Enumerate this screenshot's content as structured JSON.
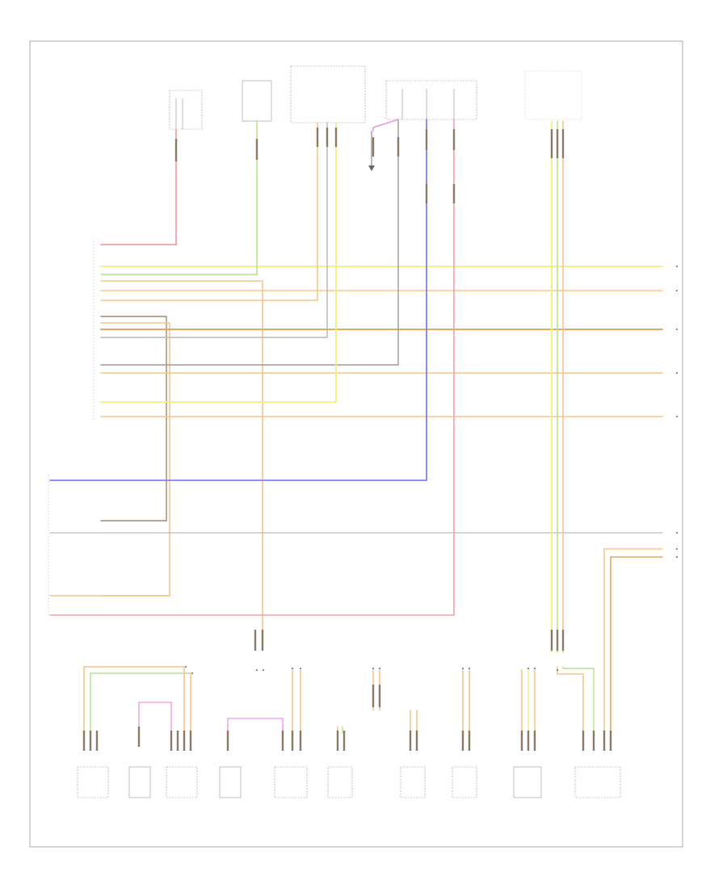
{
  "diagram": {
    "title": "",
    "page_label": "",
    "colors": {
      "red": "#f2a1a8",
      "pink": "#f5a5b5",
      "yellow": "#f2ee80",
      "orange": "#f8c58a",
      "green": "#b8e08c",
      "blue": "#8080f0",
      "magenta": "#e39ae8",
      "gray": "#9a9a9a",
      "brown": "#9a8a70",
      "frame": "#aaaaaa"
    },
    "top_components": [
      {
        "id": "hot_fuse_left",
        "label": ""
      },
      {
        "id": "engine_control",
        "label": ""
      },
      {
        "id": "instrument_cluster",
        "label": ""
      },
      {
        "id": "fuse_block_right",
        "label": ""
      },
      {
        "id": "steering_module",
        "label": ""
      }
    ],
    "module": {
      "label": "",
      "connector_a_label": "",
      "connector_b_label": ""
    },
    "bottom_components": [
      {
        "id": "bc1",
        "label": ""
      },
      {
        "id": "bc2",
        "label": ""
      },
      {
        "id": "bc3",
        "label": ""
      },
      {
        "id": "bc4",
        "label": ""
      },
      {
        "id": "bc5",
        "label": ""
      },
      {
        "id": "bc6",
        "label": ""
      },
      {
        "id": "bc7",
        "label": ""
      },
      {
        "id": "bc8",
        "label": ""
      },
      {
        "id": "bc9",
        "label": ""
      },
      {
        "id": "bc10",
        "label": ""
      }
    ]
  }
}
